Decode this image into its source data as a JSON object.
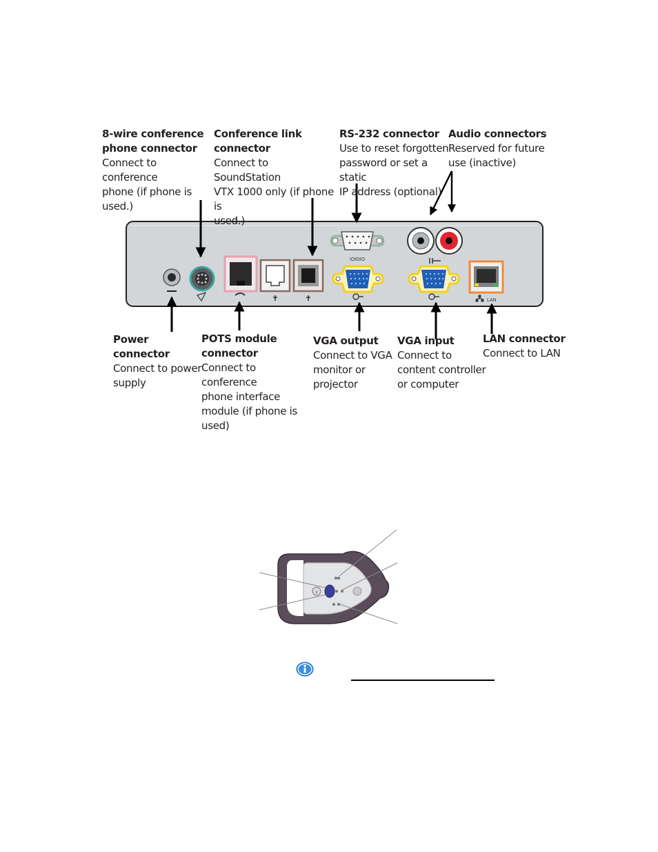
{
  "callouts": {
    "eight_wire": {
      "title": "8-wire conference\nphone connector",
      "desc": "Connect to conference\nphone (if phone is\nused.)"
    },
    "conference_link": {
      "title": "Conference link\nconnector",
      "desc": "Connect to SoundStation\nVTX 1000 only (if phone is\nused.)"
    },
    "rs232": {
      "title": "RS-232 connector",
      "desc": " Use to reset forgotten\npassword or set a static\nIP address (optional)"
    },
    "audio": {
      "title": "Audio connectors",
      "desc": "Reserved for future\nuse (inactive)"
    },
    "power": {
      "title": "Power connector",
      "desc": "Connect to power\nsupply"
    },
    "pots": {
      "title": "POTS module\nconnector",
      "desc": "Connect to conference\nphone interface\nmodule (if phone is\nused)"
    },
    "vga_output": {
      "title": "VGA output",
      "desc": "Connect to VGA\nmonitor or\nprojector"
    },
    "vga_input": {
      "title": "VGA input",
      "desc": "Connect to\ncontent controller\nor computer"
    },
    "lan": {
      "title": "LAN connector",
      "desc": "Connect to LAN"
    }
  },
  "panel_markings": {
    "serial": "IOIOIO",
    "lan": "LAN"
  },
  "icons": [
    "arrow-icon",
    "info-icon",
    "bluetooth-icon"
  ],
  "colors": {
    "panel_fill": "#d3d6d9",
    "eight_wire_ring": "#3aa99f",
    "pots_ring": "#e7a1b0",
    "vga_ring": "#f2d21c",
    "lan_ring": "#f08a3c",
    "rs232_ring": "#8fb59a",
    "audio_red": "#e3262e",
    "info_blue": "#1f74c8"
  }
}
